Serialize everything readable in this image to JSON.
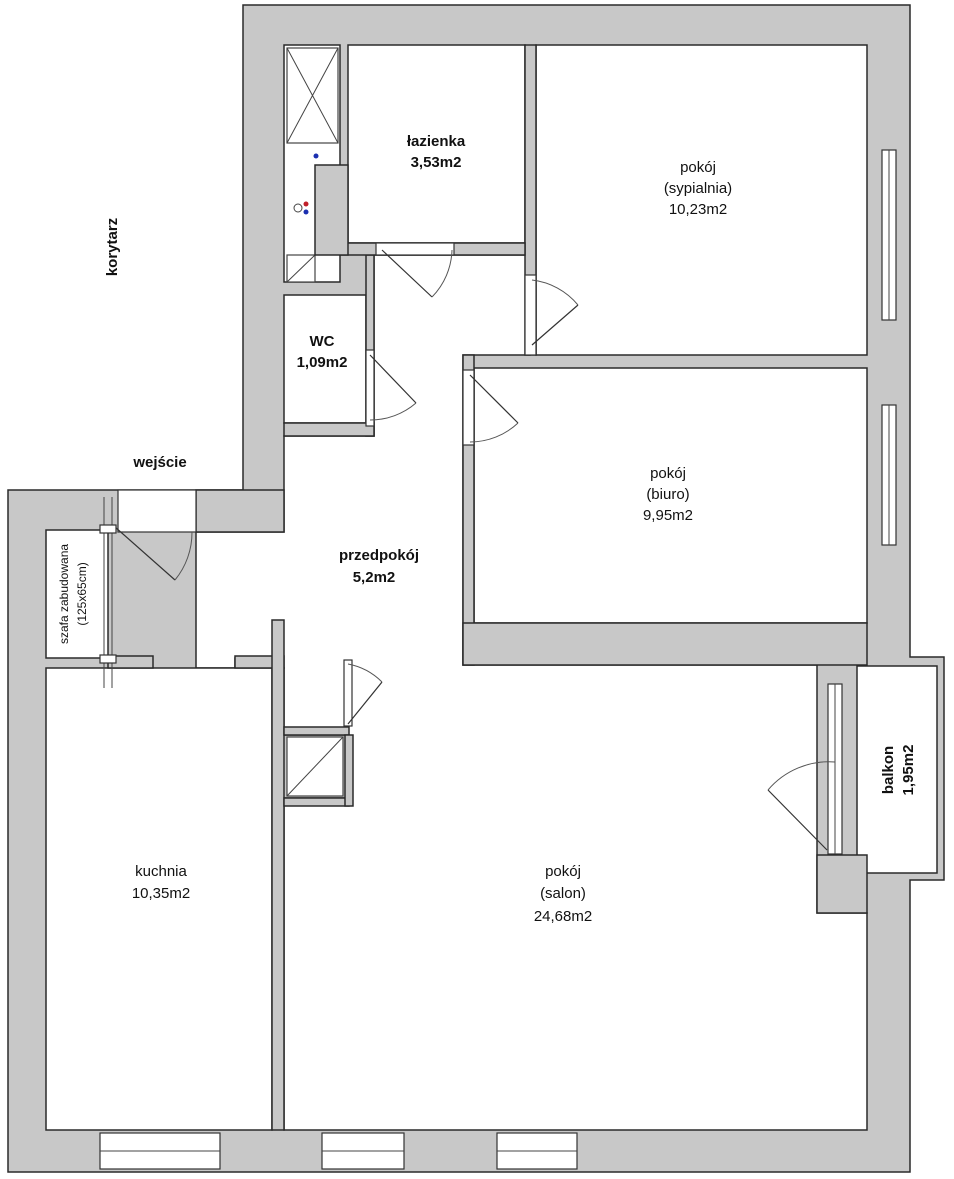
{
  "rooms": {
    "lazienka": {
      "name": "łazienka",
      "area": "3,53m2"
    },
    "sypialnia": {
      "name": "pokój",
      "sub": "(sypialnia)",
      "area": "10,23m2"
    },
    "wc": {
      "name": "WC",
      "area": "1,09m2"
    },
    "biuro": {
      "name": "pokój",
      "sub": "(biuro)",
      "area": "9,95m2"
    },
    "przedpokoj": {
      "name": "przedpokój",
      "area": "5,2m2"
    },
    "kuchnia": {
      "name": "kuchnia",
      "area": "10,35m2"
    },
    "salon": {
      "name": "pokój",
      "sub": "(salon)",
      "area": "24,68m2"
    },
    "balkon": {
      "name": "balkon",
      "area": "1,95m2"
    }
  },
  "labels": {
    "korytarz": "korytarz",
    "wejscie": "wejście",
    "szafa_line1": "szafa zabudowana",
    "szafa_line2": "(125x65cm)"
  }
}
